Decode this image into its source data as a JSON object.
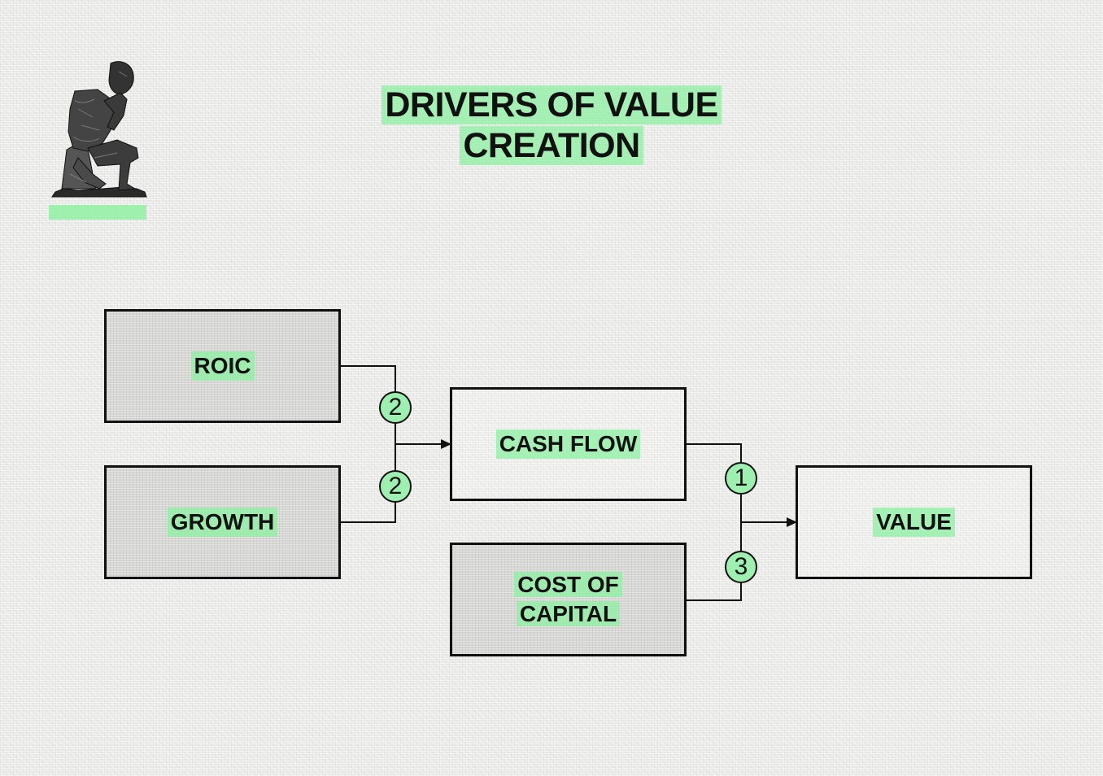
{
  "title": {
    "line1": "DRIVERS OF VALUE",
    "line2": "CREATION"
  },
  "logo": {
    "icon": "thinker-statue-icon"
  },
  "boxes": {
    "roic": "ROIC",
    "growth": "GROWTH",
    "cash_flow": "CASH FLOW",
    "cost_of_capital_line1": "COST OF",
    "cost_of_capital_line2": "CAPITAL",
    "value": "VALUE"
  },
  "badges": {
    "roic_to_cash_flow": "2",
    "growth_to_cash_flow": "2",
    "cash_flow_to_value": "1",
    "cost_of_capital_to_value": "3"
  },
  "colors": {
    "highlight": "#8cf0a0",
    "badge_fill": "#9ef0b0",
    "ink": "#111111"
  }
}
